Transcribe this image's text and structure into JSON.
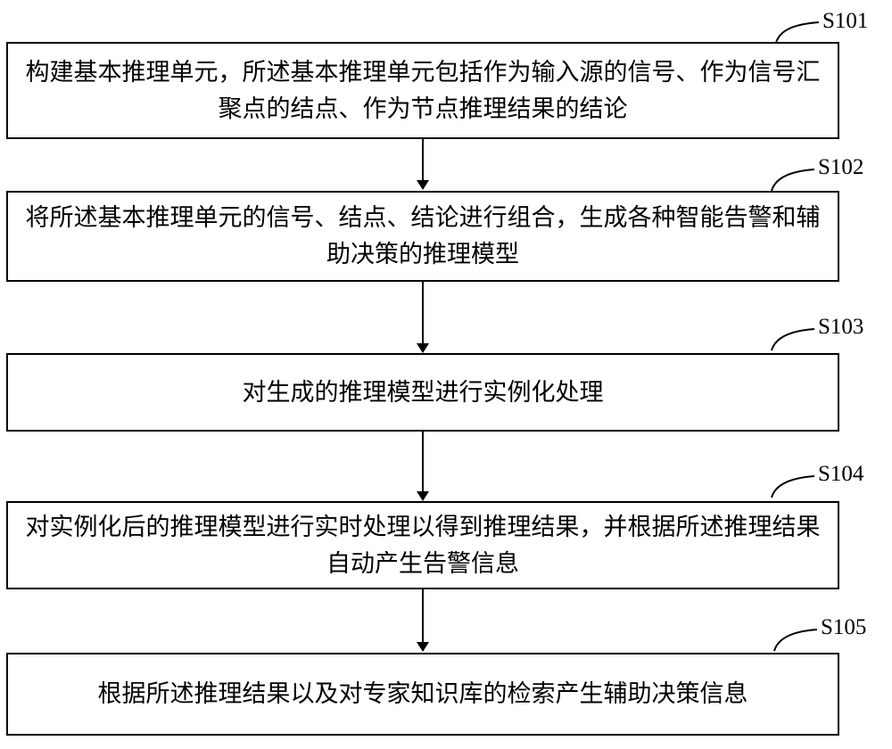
{
  "steps": [
    {
      "id": "S101",
      "text": "构建基本推理单元，所述基本推理单元包括作为输入源的信号、作为信号汇聚点的结点、作为节点推理结果的结论"
    },
    {
      "id": "S102",
      "text": "将所述基本推理单元的信号、结点、结论进行组合，生成各种智能告警和辅助决策的推理模型"
    },
    {
      "id": "S103",
      "text": "对生成的推理模型进行实例化处理"
    },
    {
      "id": "S104",
      "text": "对实例化后的推理模型进行实时处理以得到推理结果，并根据所述推理结果自动产生告警信息"
    },
    {
      "id": "S105",
      "text": "根据所述推理结果以及对专家知识库的检索产生辅助决策信息"
    }
  ]
}
